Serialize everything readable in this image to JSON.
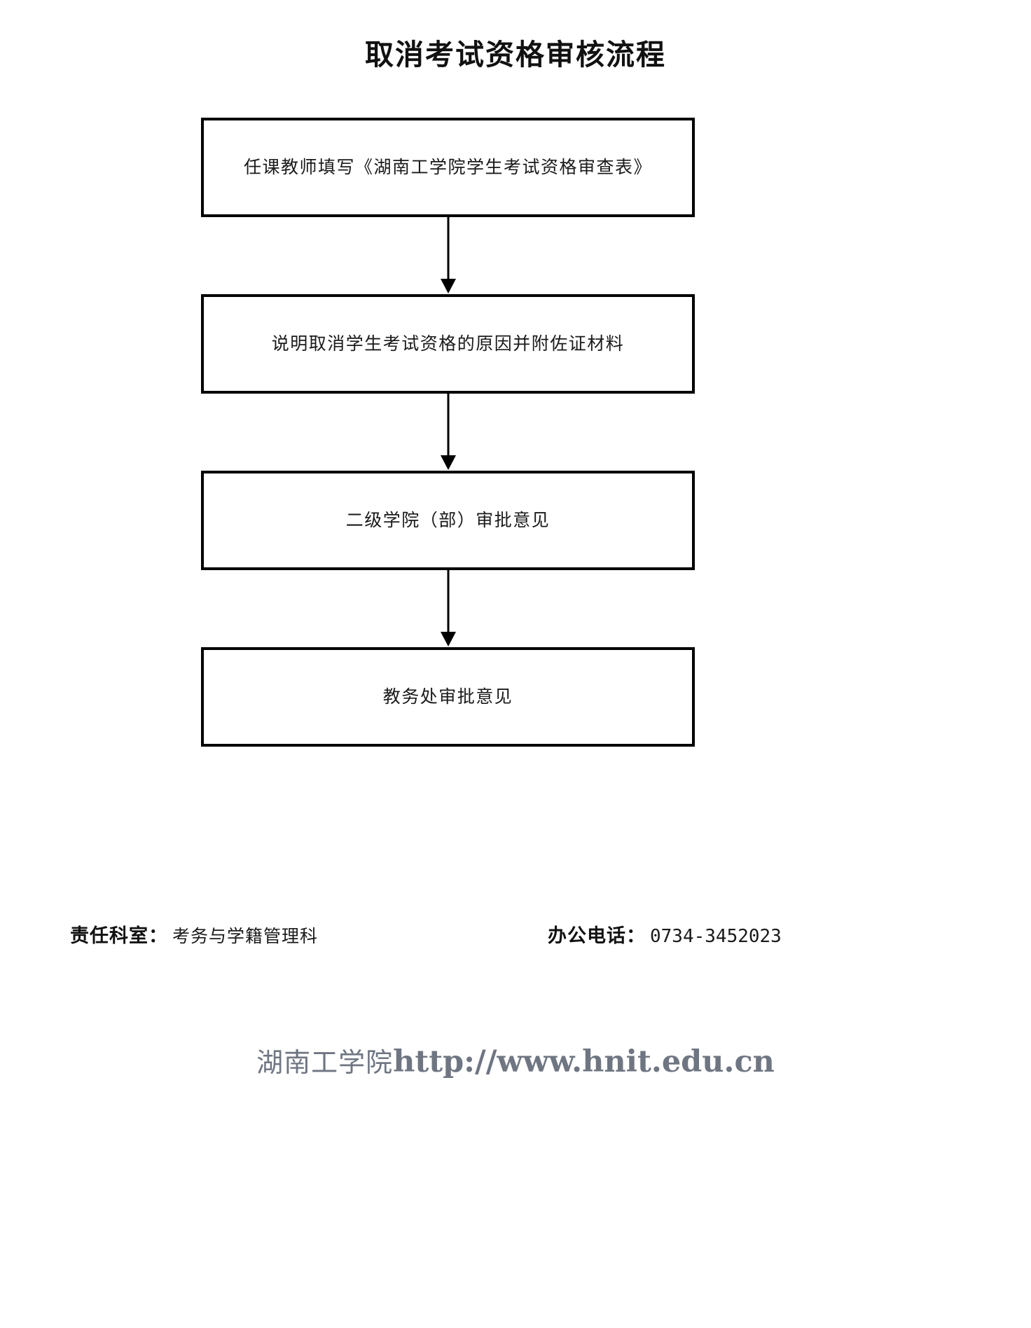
{
  "document": {
    "title": "取消考试资格审核流程"
  },
  "flowchart": {
    "type": "vertical-flow",
    "arrow_glyph": "downward-arrow",
    "steps": [
      {
        "id": "step-1",
        "label": "任课教师填写《湖南工学院学生考试资格审查表》"
      },
      {
        "id": "step-2",
        "label": "说明取消学生考试资格的原因并附佐证材料"
      },
      {
        "id": "step-3",
        "label": "二级学院（部）审批意见"
      },
      {
        "id": "step-4",
        "label": "教务处审批意见"
      }
    ]
  },
  "footer": {
    "department_key": "责任科室：",
    "department_value": "考务与学籍管理科",
    "phone_key": "办公电话：",
    "phone_value": "0734-3452023"
  },
  "watermark": {
    "org": "湖南工学院",
    "url": "http://www.hnit.edu.cn"
  },
  "colors": {
    "text": "#1a1a1a",
    "border": "#000000",
    "background": "#ffffff",
    "watermark": "#6f7682"
  }
}
